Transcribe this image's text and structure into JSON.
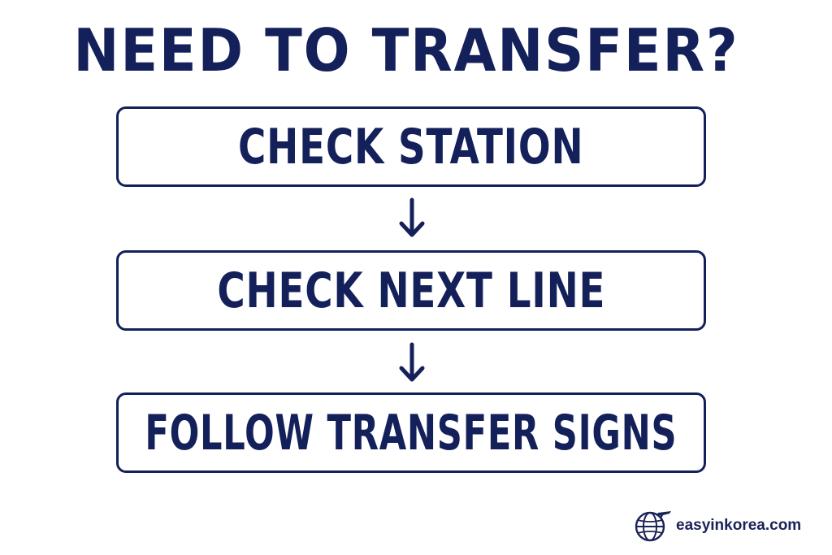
{
  "title": "NEED TO TRANSFER?",
  "steps": [
    {
      "label": "CHECK STATION"
    },
    {
      "label": "CHECK NEXT LINE"
    },
    {
      "label": "FOLLOW TRANSFER SIGNS"
    }
  ],
  "brand": {
    "text": "easyinkorea.com",
    "icon": "globe-with-airplane-icon"
  },
  "colors": {
    "primary": "#14205a",
    "background": "#ffffff"
  }
}
